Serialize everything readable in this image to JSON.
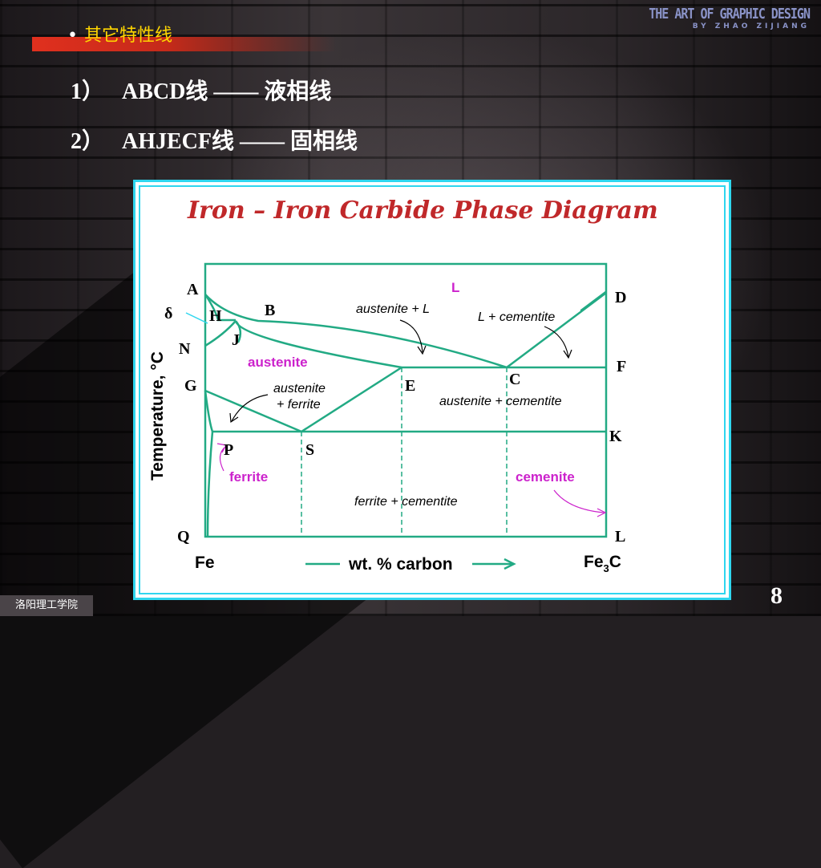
{
  "logo": {
    "line1": "THE ART OF GRAPHIC DESIGN",
    "line2": "BY ZHAO ZIJIANG"
  },
  "bullet": {
    "text": "其它特性线"
  },
  "lines": [
    {
      "num": "1）",
      "text": "ABCD线 —— 液相线"
    },
    {
      "num": "2）",
      "text": "AHJECF线 —— 固相线"
    }
  ],
  "diagram": {
    "title": "Iron – Iron Carbide Phase Diagram",
    "ylabel": "Temperature, °C",
    "xlabel": "wt. % carbon",
    "x_left": "Fe",
    "x_right_main": "Fe",
    "x_right_sub": "3",
    "x_right_end": "C",
    "points": {
      "A": "A",
      "B": "B",
      "C": "C",
      "D": "D",
      "E": "E",
      "F": "F",
      "G": "G",
      "H": "H",
      "J": "J",
      "K": "K",
      "L": "L",
      "N": "N",
      "P": "P",
      "Q": "Q",
      "S": "S",
      "delta": "δ"
    },
    "regions": {
      "liquid": "L",
      "austenite_L": "austenite + L",
      "L_cementite": "L + cementite",
      "austenite": "austenite",
      "austenite_ferrite_1": "austenite",
      "austenite_ferrite_2": "+ ferrite",
      "austenite_cementite": "austenite + cementite",
      "ferrite": "ferrite",
      "cemenite": "cemenite",
      "ferrite_cementite": "ferrite + cementite"
    },
    "colors": {
      "line": "#22aa84",
      "title": "#c0282a",
      "magenta": "#cc22cc",
      "label": "#000000",
      "border": "#2fd6ee"
    }
  },
  "footer": {
    "school": "洛阳理工学院",
    "page": "8"
  }
}
